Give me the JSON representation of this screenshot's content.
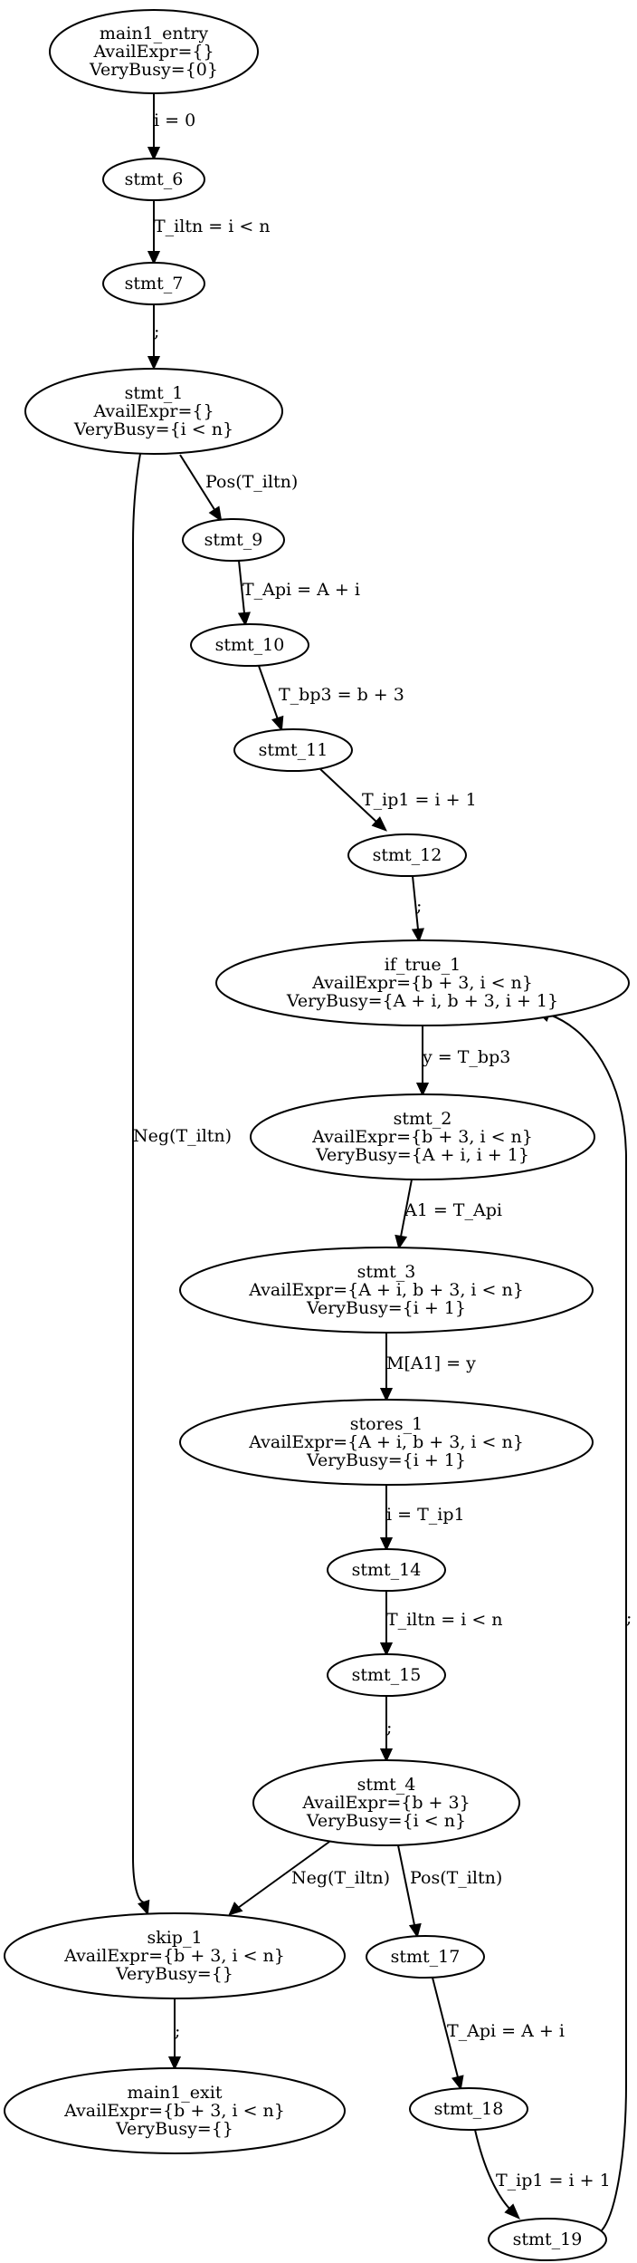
{
  "graph": {
    "nodes": {
      "main1_entry": [
        "main1_entry",
        "AvailExpr={}",
        "VeryBusy={0}"
      ],
      "stmt_6": [
        "stmt_6"
      ],
      "stmt_7": [
        "stmt_7"
      ],
      "stmt_1": [
        "stmt_1",
        "AvailExpr={}",
        "VeryBusy={i < n}"
      ],
      "stmt_9": [
        "stmt_9"
      ],
      "stmt_10": [
        "stmt_10"
      ],
      "stmt_11": [
        "stmt_11"
      ],
      "stmt_12": [
        "stmt_12"
      ],
      "if_true_1": [
        "if_true_1",
        "AvailExpr={b + 3, i < n}",
        "VeryBusy={A + i, b + 3, i + 1}"
      ],
      "stmt_2": [
        "stmt_2",
        "AvailExpr={b + 3, i < n}",
        "VeryBusy={A + i, i + 1}"
      ],
      "stmt_3": [
        "stmt_3",
        "AvailExpr={A + i, b + 3, i < n}",
        "VeryBusy={i + 1}"
      ],
      "stores_1": [
        "stores_1",
        "AvailExpr={A + i, b + 3, i < n}",
        "VeryBusy={i + 1}"
      ],
      "stmt_14": [
        "stmt_14"
      ],
      "stmt_15": [
        "stmt_15"
      ],
      "stmt_4": [
        "stmt_4",
        "AvailExpr={b + 3}",
        "VeryBusy={i < n}"
      ],
      "skip_1": [
        "skip_1",
        "AvailExpr={b + 3, i < n}",
        "VeryBusy={}"
      ],
      "stmt_17": [
        "stmt_17"
      ],
      "main1_exit": [
        "main1_exit",
        "AvailExpr={b + 3, i < n}",
        "VeryBusy={}"
      ],
      "stmt_18": [
        "stmt_18"
      ],
      "stmt_19": [
        "stmt_19"
      ]
    },
    "edges": [
      {
        "from": "main1_entry",
        "to": "stmt_6",
        "label": "i = 0"
      },
      {
        "from": "stmt_6",
        "to": "stmt_7",
        "label": "T_iltn = i < n"
      },
      {
        "from": "stmt_7",
        "to": "stmt_1",
        "label": ";"
      },
      {
        "from": "stmt_1",
        "to": "stmt_9",
        "label": "Pos(T_iltn)"
      },
      {
        "from": "stmt_1",
        "to": "skip_1",
        "label": "Neg(T_iltn)"
      },
      {
        "from": "stmt_9",
        "to": "stmt_10",
        "label": "T_Api = A + i"
      },
      {
        "from": "stmt_10",
        "to": "stmt_11",
        "label": "T_bp3 = b + 3"
      },
      {
        "from": "stmt_11",
        "to": "stmt_12",
        "label": "T_ip1 = i + 1"
      },
      {
        "from": "stmt_12",
        "to": "if_true_1",
        "label": ";"
      },
      {
        "from": "if_true_1",
        "to": "stmt_2",
        "label": "y = T_bp3"
      },
      {
        "from": "stmt_2",
        "to": "stmt_3",
        "label": "A1 = T_Api"
      },
      {
        "from": "stmt_3",
        "to": "stores_1",
        "label": "M[A1] = y"
      },
      {
        "from": "stores_1",
        "to": "stmt_14",
        "label": "i = T_ip1"
      },
      {
        "from": "stmt_14",
        "to": "stmt_15",
        "label": "T_iltn = i < n"
      },
      {
        "from": "stmt_15",
        "to": "stmt_4",
        "label": ";"
      },
      {
        "from": "stmt_4",
        "to": "skip_1",
        "label": "Neg(T_iltn)"
      },
      {
        "from": "stmt_4",
        "to": "stmt_17",
        "label": "Pos(T_iltn)"
      },
      {
        "from": "skip_1",
        "to": "main1_exit",
        "label": ";"
      },
      {
        "from": "stmt_17",
        "to": "stmt_18",
        "label": "T_Api = A + i"
      },
      {
        "from": "stmt_18",
        "to": "stmt_19",
        "label": "T_ip1 = i + 1"
      },
      {
        "from": "stmt_19",
        "to": "if_true_1",
        "label": ";"
      }
    ]
  }
}
